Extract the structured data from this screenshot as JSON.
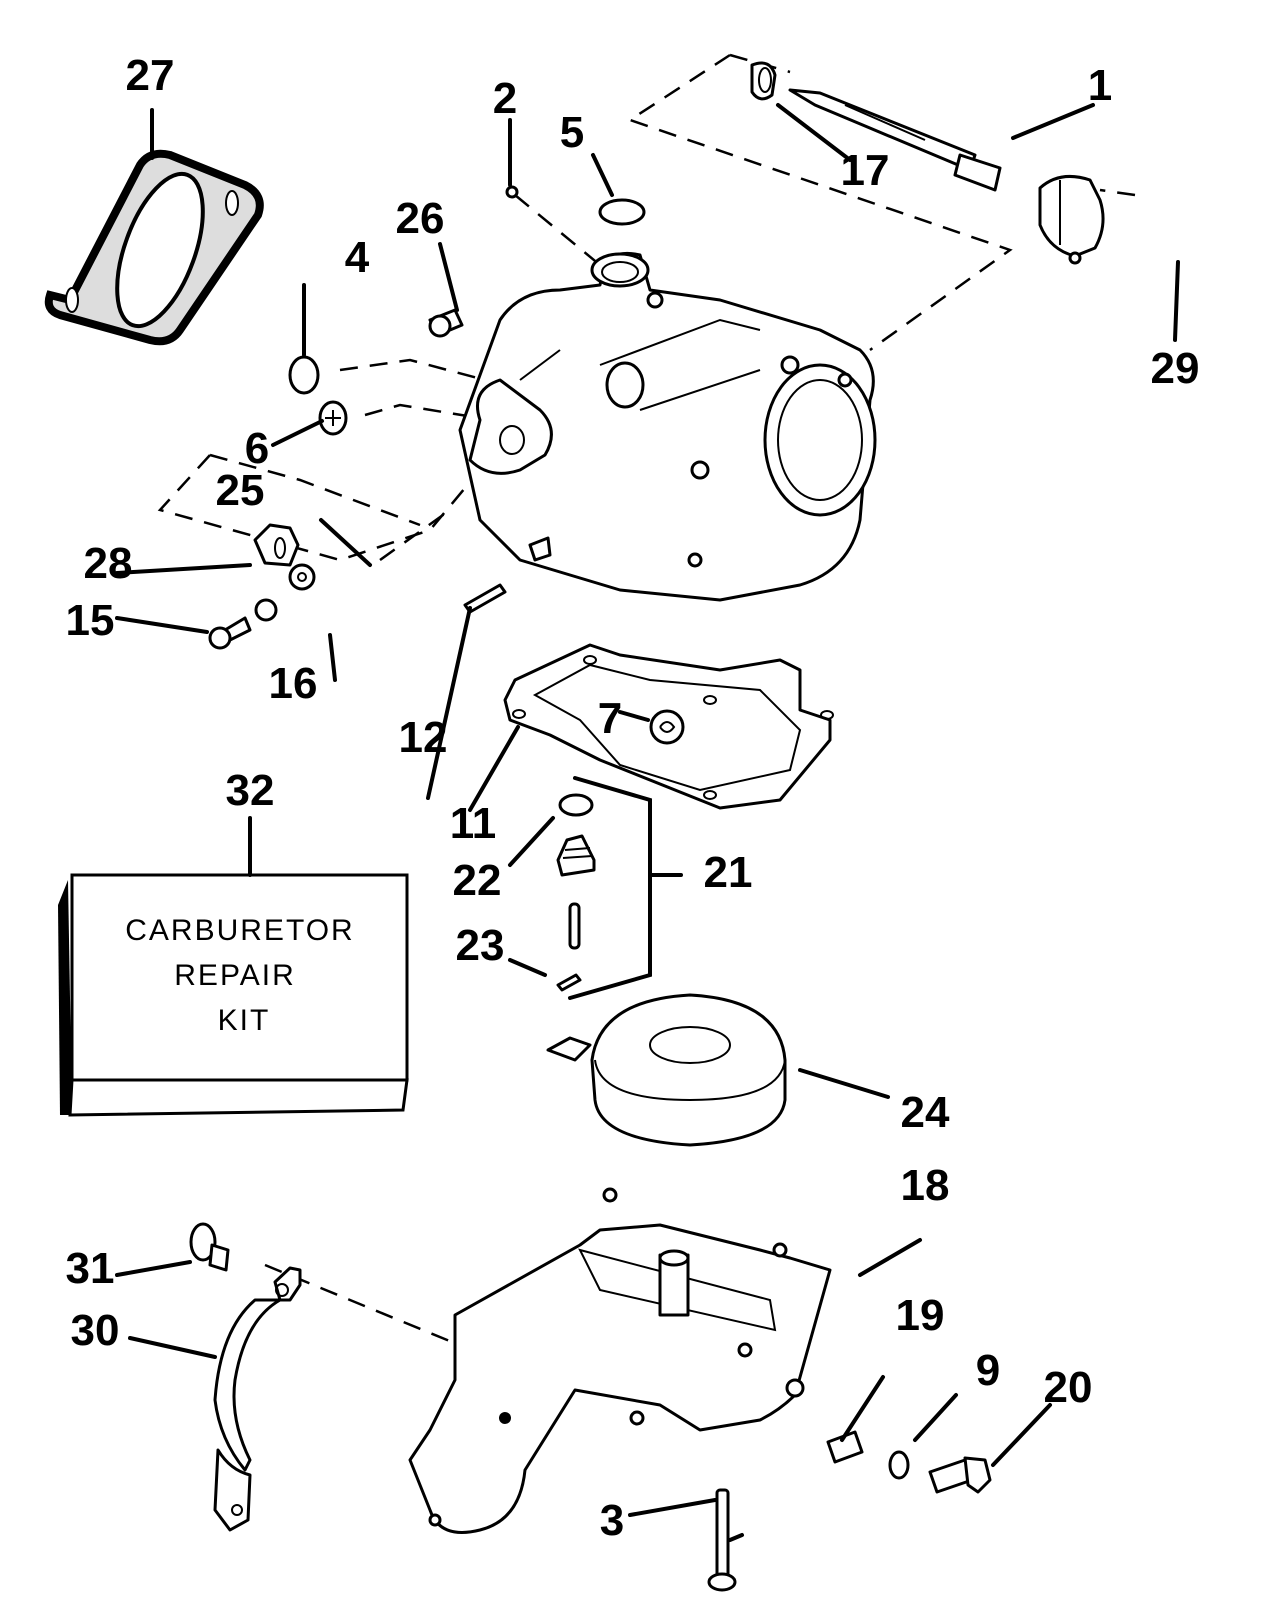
{
  "diagram": {
    "type": "exploded-parts-diagram",
    "subject": "carburetor",
    "background": "#ffffff",
    "ink": "#000000",
    "callouts": [
      {
        "id": "1",
        "label": "1"
      },
      {
        "id": "2",
        "label": "2"
      },
      {
        "id": "3",
        "label": "3"
      },
      {
        "id": "4",
        "label": "4"
      },
      {
        "id": "5",
        "label": "5"
      },
      {
        "id": "6",
        "label": "6"
      },
      {
        "id": "7",
        "label": "7"
      },
      {
        "id": "9",
        "label": "9"
      },
      {
        "id": "11",
        "label": "11"
      },
      {
        "id": "12",
        "label": "12"
      },
      {
        "id": "15",
        "label": "15"
      },
      {
        "id": "16",
        "label": "16"
      },
      {
        "id": "17",
        "label": "17"
      },
      {
        "id": "18",
        "label": "18"
      },
      {
        "id": "19",
        "label": "19"
      },
      {
        "id": "20",
        "label": "20"
      },
      {
        "id": "21",
        "label": "21"
      },
      {
        "id": "22",
        "label": "22"
      },
      {
        "id": "23",
        "label": "23"
      },
      {
        "id": "24",
        "label": "24"
      },
      {
        "id": "25",
        "label": "25"
      },
      {
        "id": "26",
        "label": "26"
      },
      {
        "id": "27",
        "label": "27"
      },
      {
        "id": "28",
        "label": "28"
      },
      {
        "id": "29",
        "label": "29"
      },
      {
        "id": "30",
        "label": "30"
      },
      {
        "id": "31",
        "label": "31"
      },
      {
        "id": "32",
        "label": "32"
      }
    ],
    "kit_box": {
      "lines": [
        "CARBURETOR",
        "REPAIR",
        "KIT"
      ]
    }
  }
}
